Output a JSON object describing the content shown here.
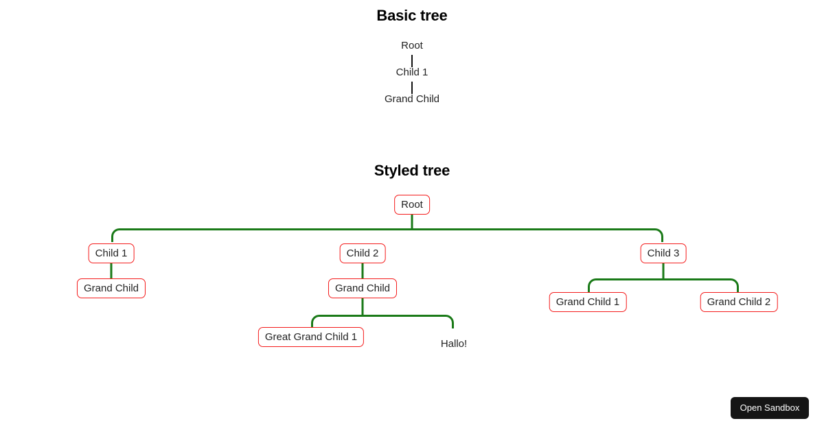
{
  "page": {
    "background": "#ffffff",
    "accent_line_color": "#1a7a18",
    "node_border_color": "#f41a1a",
    "text_color": "#222222"
  },
  "sections": {
    "basic": {
      "heading": "Basic tree"
    },
    "styled": {
      "heading": "Styled tree"
    }
  },
  "basic_tree": {
    "root": "Root",
    "child": "Child 1",
    "grandchild": "Grand Child"
  },
  "styled_tree": {
    "root": "Root",
    "child1": "Child 1",
    "child1_grandchild": "Grand Child",
    "child2": "Child 2",
    "child2_grandchild": "Grand Child",
    "child2_great_grandchild": "Great Grand Child 1",
    "child2_note": "Hallo!",
    "child3": "Child 3",
    "child3_grandchild1": "Grand Child 1",
    "child3_grandchild2": "Grand Child 2"
  },
  "footer": {
    "open_sandbox_label": "Open Sandbox"
  }
}
